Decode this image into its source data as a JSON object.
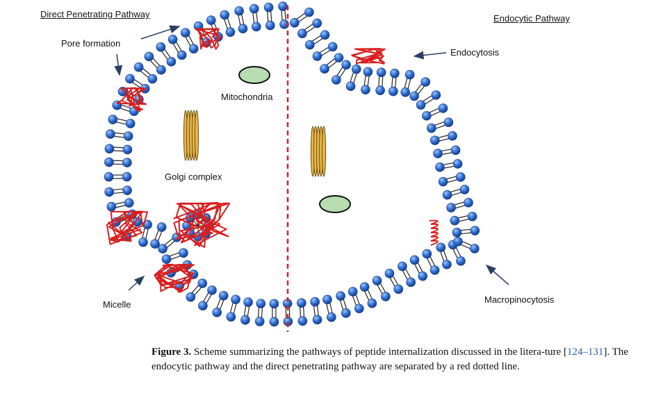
{
  "labels": {
    "direct_pathway": "Direct Penetrating Pathway",
    "endocytic_pathway": "Endocytic Pathway",
    "pore_formation": "Pore formation",
    "endocytosis": "Endocytosis",
    "mitochondria": "Mitochondria",
    "golgi": "Golgi complex",
    "micelle": "Micelle",
    "macropinocytosis": "Macropinocytosis"
  },
  "caption": {
    "figure": "Figure 3.",
    "text_a": " Scheme summarizing the pathways of peptide internalization discussed in the litera-ture [",
    "ref": "124–131",
    "text_b": "]. The endocytic pathway and the direct penetrating pathway are separated by a red dotted line."
  },
  "colors": {
    "lipid_head": "#2563c9",
    "lipid_head_light": "#7fb0f0",
    "peptide": "#d81e1e",
    "mitochondria_fill": "#b7ddb0",
    "golgi_fill": "#e6b54a",
    "divider": "#d81e1e"
  }
}
